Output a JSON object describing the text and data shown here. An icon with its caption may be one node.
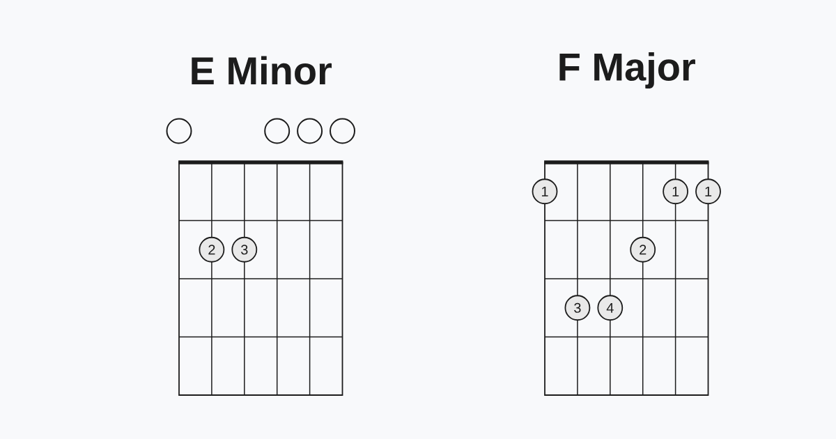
{
  "diagram": {
    "nodes": [
      {
        "text": [
          "E Minor"
        ]
      },
      {
        "text": [
          "2"
        ],
        "in": 0
      },
      {
        "text": [
          "3"
        ],
        "in": 0
      },
      {
        "text": [],
        "shape": "circle"
      },
      {
        "text": [],
        "shape": "circle"
      },
      {
        "text": [],
        "shape": "circle"
      },
      {
        "text": [],
        "shape": "circle"
      },
      {
        "text": [
          "F Major"
        ]
      },
      {
        "text": [
          "1"
        ]
      },
      {
        "text": [
          "1"
        ],
        "in": 7
      },
      {
        "text": [
          "1"
        ]
      },
      {
        "text": [
          "2"
        ],
        "in": 7
      },
      {
        "text": [
          "3"
        ],
        "in": 7
      },
      {
        "text": [
          "4"
        ],
        "in": 7
      }
    ]
  }
}
